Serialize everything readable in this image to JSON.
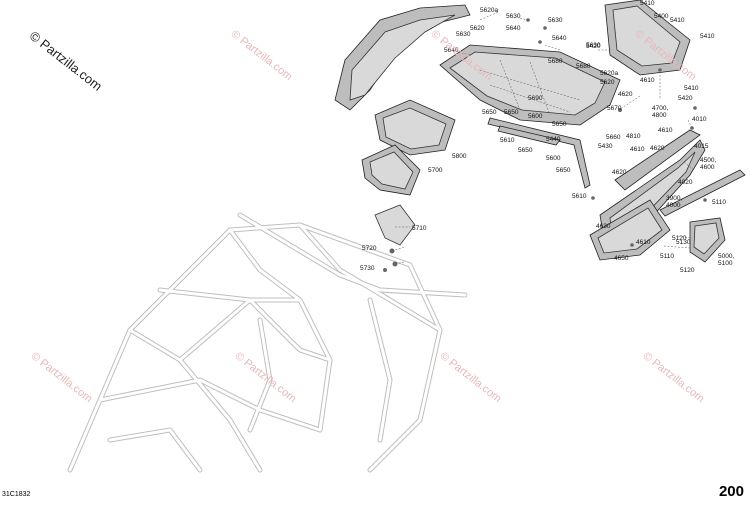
{
  "watermark": {
    "brand": "© Partzilla.com",
    "tile_text": "© Partzilla.com"
  },
  "page_number": "200",
  "drawing_code": "31C1832",
  "callouts": [
    {
      "id": "c5620a-1",
      "label": "5620a"
    },
    {
      "id": "c5630-1",
      "label": "5630"
    },
    {
      "id": "c5630-2",
      "label": "5630"
    },
    {
      "id": "c5620-1",
      "label": "5620"
    },
    {
      "id": "c5640-1",
      "label": "5640"
    },
    {
      "id": "c5640-2",
      "label": "5640"
    },
    {
      "id": "c5640-3",
      "label": "5640"
    },
    {
      "id": "c5630-3",
      "label": "5630"
    },
    {
      "id": "c5630-4",
      "label": "5630"
    },
    {
      "id": "c5680-1",
      "label": "5680"
    },
    {
      "id": "c5680-2",
      "label": "5680"
    },
    {
      "id": "c5420-1",
      "label": "5420"
    },
    {
      "id": "c5410-1",
      "label": "5410"
    },
    {
      "id": "c5400",
      "label": "5400"
    },
    {
      "id": "c5410-2",
      "label": "5410"
    },
    {
      "id": "c5410-3",
      "label": "5410"
    },
    {
      "id": "c5410-4",
      "label": "5410"
    },
    {
      "id": "c5420-2",
      "label": "5420"
    },
    {
      "id": "c5620a-2",
      "label": "5620a"
    },
    {
      "id": "c5620-2",
      "label": "5620"
    },
    {
      "id": "c4610-1",
      "label": "4610"
    },
    {
      "id": "c4620-1",
      "label": "4620"
    },
    {
      "id": "c5650-1",
      "label": "5650"
    },
    {
      "id": "c5670",
      "label": "5670"
    },
    {
      "id": "c5690",
      "label": "5690"
    },
    {
      "id": "c5650-2",
      "label": "5650"
    },
    {
      "id": "c5600-1",
      "label": "5600"
    },
    {
      "id": "c5650-3",
      "label": "5650"
    },
    {
      "id": "c5440",
      "label": "5440"
    },
    {
      "id": "c5660",
      "label": "5660"
    },
    {
      "id": "c4810",
      "label": "4810"
    },
    {
      "id": "c4700",
      "label": "4700,\n4800"
    },
    {
      "id": "c4010",
      "label": "4010"
    },
    {
      "id": "c4610-2",
      "label": "4610"
    },
    {
      "id": "c4015",
      "label": "4015"
    },
    {
      "id": "c5610-1",
      "label": "5610"
    },
    {
      "id": "c5650-4",
      "label": "5650"
    },
    {
      "id": "c5430",
      "label": "5430"
    },
    {
      "id": "c4610-3",
      "label": "4610"
    },
    {
      "id": "c4620-2",
      "label": "4620"
    },
    {
      "id": "c5800",
      "label": "5800"
    },
    {
      "id": "c5600-2",
      "label": "5600"
    },
    {
      "id": "c4500",
      "label": "4500,\n4600"
    },
    {
      "id": "c5650-5",
      "label": "5650"
    },
    {
      "id": "c4620-3",
      "label": "4620"
    },
    {
      "id": "c4020",
      "label": "4020"
    },
    {
      "id": "c5700",
      "label": "5700"
    },
    {
      "id": "c5610-2",
      "label": "5610"
    },
    {
      "id": "c3900",
      "label": "3900,\n4000"
    },
    {
      "id": "c5110-1",
      "label": "5110"
    },
    {
      "id": "c5710",
      "label": "5710"
    },
    {
      "id": "c4630",
      "label": "4630"
    },
    {
      "id": "c5120-1",
      "label": "5120"
    },
    {
      "id": "c4610-4",
      "label": "4610"
    },
    {
      "id": "c5130",
      "label": "5130"
    },
    {
      "id": "c5720",
      "label": "5720"
    },
    {
      "id": "c4650",
      "label": "4650"
    },
    {
      "id": "c5110-2",
      "label": "5110"
    },
    {
      "id": "c5000",
      "label": "5000,\n5100"
    },
    {
      "id": "c5730",
      "label": "5730"
    },
    {
      "id": "c5120-2",
      "label": "5120"
    }
  ]
}
